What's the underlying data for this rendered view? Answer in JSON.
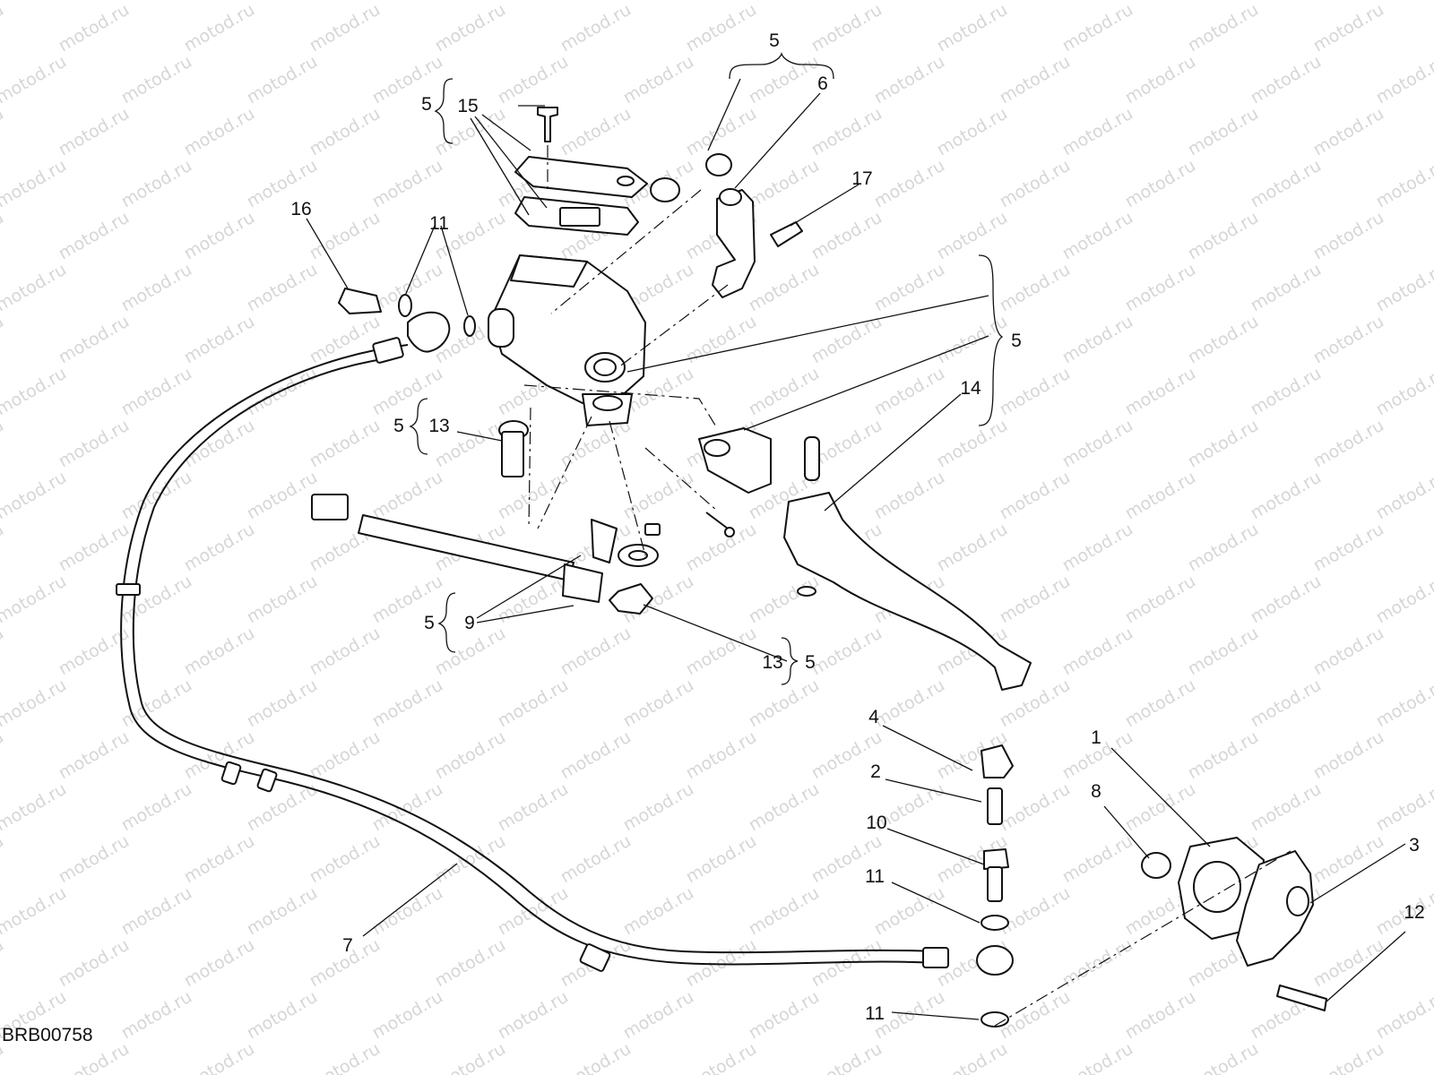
{
  "watermark": "motod.ru",
  "diagram_code": "BRB00758",
  "callouts": {
    "c1": "1",
    "c2": "2",
    "c3": "3",
    "c4": "4",
    "c5_top": "5",
    "c5_15": "5",
    "c5_right": "5",
    "c5_13a": "5",
    "c5_9": "5",
    "c5_13b": "5",
    "c6": "6",
    "c7": "7",
    "c8": "8",
    "c9": "9",
    "c10": "10",
    "c11a": "11",
    "c11b": "11",
    "c11c": "11",
    "c12": "12",
    "c13a": "13",
    "c13b": "13",
    "c14": "14",
    "c15": "15",
    "c16": "16",
    "c17": "17"
  }
}
